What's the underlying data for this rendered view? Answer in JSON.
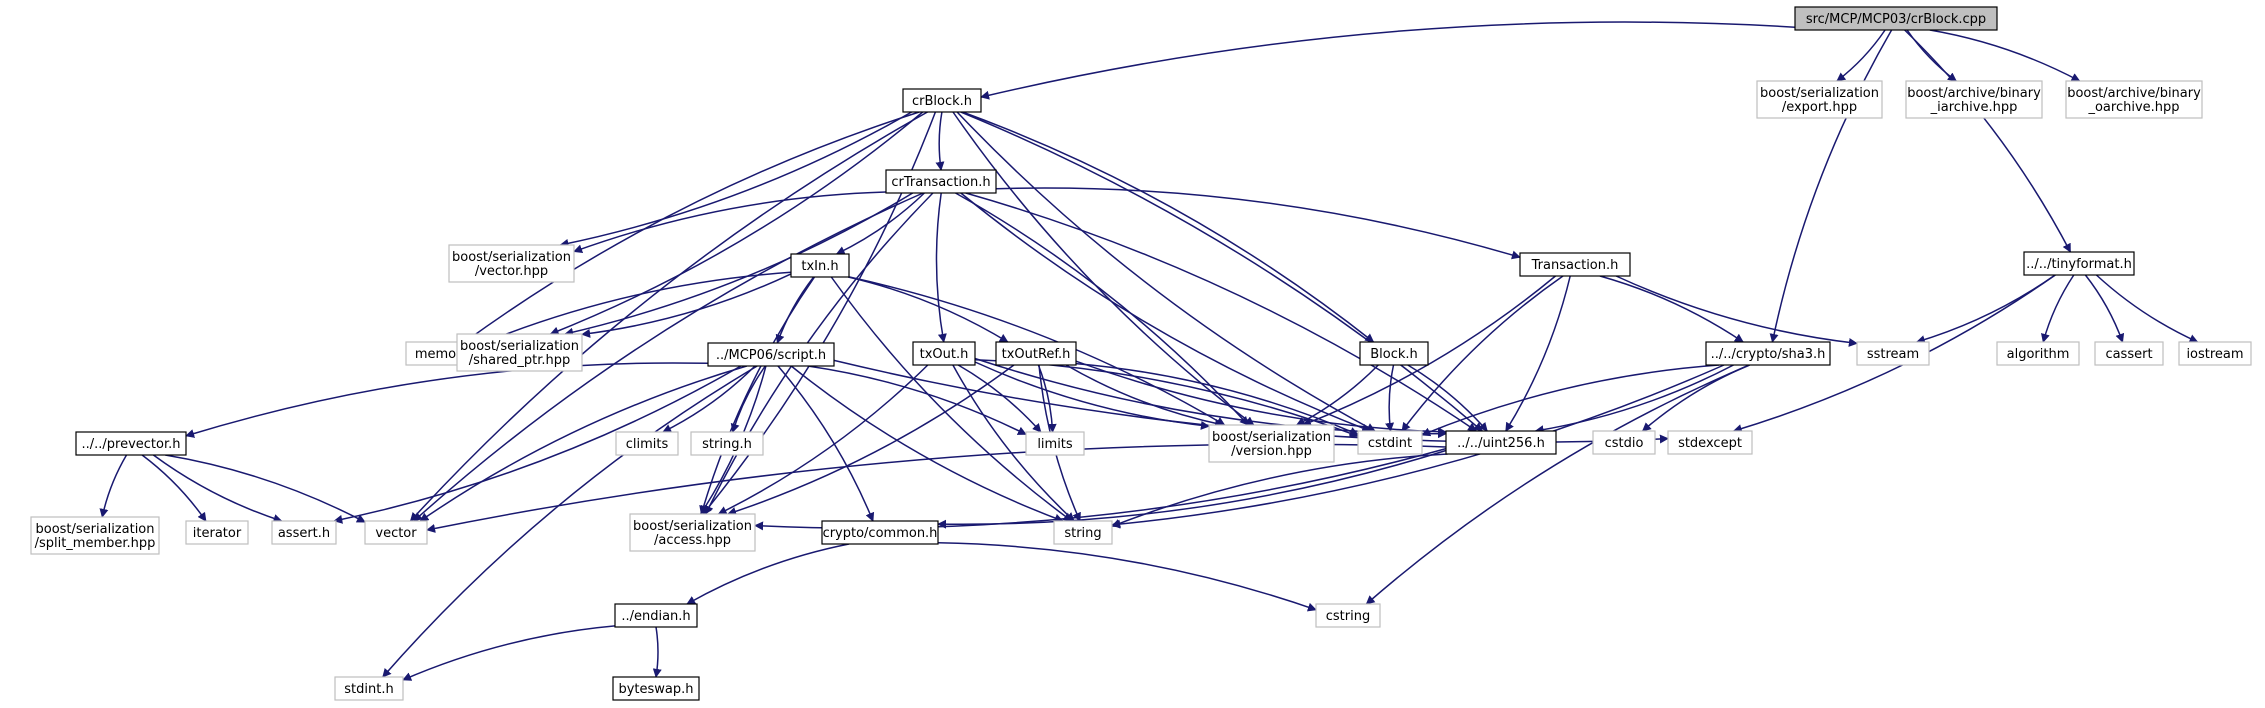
{
  "colors": {
    "edge": "#191970",
    "root_fill": "#bfbfbf",
    "root_border": "#000000",
    "local_border": "#000000",
    "system_border": "#bfbfbf",
    "node_fill": "#ffffff",
    "text": "#000000"
  },
  "nodes": [
    {
      "id": "root",
      "kind": "root",
      "lines": [
        "src/MCP/MCP03/crBlock.cpp"
      ]
    },
    {
      "id": "crblock_h",
      "kind": "local",
      "lines": [
        "crBlock.h"
      ]
    },
    {
      "id": "bs_export",
      "kind": "system",
      "lines": [
        "boost/serialization",
        "/export.hpp"
      ]
    },
    {
      "id": "ba_iarchive",
      "kind": "system",
      "lines": [
        "boost/archive/binary",
        "_iarchive.hpp"
      ]
    },
    {
      "id": "ba_oarchive",
      "kind": "system",
      "lines": [
        "boost/archive/binary",
        "_oarchive.hpp"
      ]
    },
    {
      "id": "tinyformat",
      "kind": "local",
      "lines": [
        "../../tinyformat.h"
      ]
    },
    {
      "id": "crtransaction",
      "kind": "local",
      "lines": [
        "crTransaction.h"
      ]
    },
    {
      "id": "bs_vector",
      "kind": "system",
      "lines": [
        "boost/serialization",
        "/vector.hpp"
      ]
    },
    {
      "id": "txin",
      "kind": "local",
      "lines": [
        "txIn.h"
      ]
    },
    {
      "id": "transaction",
      "kind": "local",
      "lines": [
        "Transaction.h"
      ]
    },
    {
      "id": "memory",
      "kind": "system",
      "lines": [
        "memory"
      ]
    },
    {
      "id": "bs_sharedptr",
      "kind": "system",
      "lines": [
        "boost/serialization",
        "/shared_ptr.hpp"
      ]
    },
    {
      "id": "script",
      "kind": "local",
      "lines": [
        "../MCP06/script.h"
      ]
    },
    {
      "id": "txout",
      "kind": "local",
      "lines": [
        "txOut.h"
      ]
    },
    {
      "id": "txoutref",
      "kind": "local",
      "lines": [
        "txOutRef.h"
      ]
    },
    {
      "id": "block",
      "kind": "local",
      "lines": [
        "Block.h"
      ]
    },
    {
      "id": "sha3",
      "kind": "local",
      "lines": [
        "../../crypto/sha3.h"
      ]
    },
    {
      "id": "sstream",
      "kind": "system",
      "lines": [
        "sstream"
      ]
    },
    {
      "id": "algorithm",
      "kind": "system",
      "lines": [
        "algorithm"
      ]
    },
    {
      "id": "cassert",
      "kind": "system",
      "lines": [
        "cassert"
      ]
    },
    {
      "id": "iostream",
      "kind": "system",
      "lines": [
        "iostream"
      ]
    },
    {
      "id": "prevector",
      "kind": "local",
      "lines": [
        "../../prevector.h"
      ]
    },
    {
      "id": "climits",
      "kind": "system",
      "lines": [
        "climits"
      ]
    },
    {
      "id": "string_h",
      "kind": "system",
      "lines": [
        "string.h"
      ]
    },
    {
      "id": "limits",
      "kind": "system",
      "lines": [
        "limits"
      ]
    },
    {
      "id": "bs_version",
      "kind": "system",
      "lines": [
        "boost/serialization",
        "/version.hpp"
      ]
    },
    {
      "id": "cstdint",
      "kind": "system",
      "lines": [
        "cstdint"
      ]
    },
    {
      "id": "uint256",
      "kind": "local",
      "lines": [
        "../../uint256.h"
      ]
    },
    {
      "id": "cstdio",
      "kind": "system",
      "lines": [
        "cstdio"
      ]
    },
    {
      "id": "stdexcept",
      "kind": "system",
      "lines": [
        "stdexcept"
      ]
    },
    {
      "id": "bs_split",
      "kind": "system",
      "lines": [
        "boost/serialization",
        "/split_member.hpp"
      ]
    },
    {
      "id": "iterator",
      "kind": "system",
      "lines": [
        "iterator"
      ]
    },
    {
      "id": "assert_h",
      "kind": "system",
      "lines": [
        "assert.h"
      ]
    },
    {
      "id": "vector",
      "kind": "system",
      "lines": [
        "vector"
      ]
    },
    {
      "id": "bs_access",
      "kind": "system",
      "lines": [
        "boost/serialization",
        "/access.hpp"
      ]
    },
    {
      "id": "string",
      "kind": "system",
      "lines": [
        "string"
      ]
    },
    {
      "id": "crypto_common",
      "kind": "local",
      "lines": [
        "crypto/common.h"
      ]
    },
    {
      "id": "endian",
      "kind": "local",
      "lines": [
        "../endian.h"
      ]
    },
    {
      "id": "cstring",
      "kind": "system",
      "lines": [
        "cstring"
      ]
    },
    {
      "id": "stdint_h",
      "kind": "system",
      "lines": [
        "stdint.h"
      ]
    },
    {
      "id": "byteswap",
      "kind": "local",
      "lines": [
        "byteswap.h"
      ]
    }
  ],
  "edges": [
    [
      "root",
      "crblock_h"
    ],
    [
      "root",
      "bs_export"
    ],
    [
      "root",
      "ba_iarchive"
    ],
    [
      "root",
      "ba_oarchive"
    ],
    [
      "root",
      "sha3"
    ],
    [
      "root",
      "tinyformat"
    ],
    [
      "crblock_h",
      "crtransaction"
    ],
    [
      "crblock_h",
      "bs_vector"
    ],
    [
      "crblock_h",
      "memory"
    ],
    [
      "crblock_h",
      "bs_sharedptr"
    ],
    [
      "crblock_h",
      "vector"
    ],
    [
      "crblock_h",
      "bs_access"
    ],
    [
      "crblock_h",
      "bs_version"
    ],
    [
      "crblock_h",
      "block"
    ],
    [
      "crblock_h",
      "cstdint"
    ],
    [
      "crblock_h",
      "uint256"
    ],
    [
      "crtransaction",
      "bs_vector"
    ],
    [
      "crtransaction",
      "txin"
    ],
    [
      "crtransaction",
      "txout"
    ],
    [
      "crtransaction",
      "transaction"
    ],
    [
      "crtransaction",
      "vector"
    ],
    [
      "crtransaction",
      "bs_sharedptr"
    ],
    [
      "crtransaction",
      "bs_access"
    ],
    [
      "crtransaction",
      "bs_version"
    ],
    [
      "crtransaction",
      "cstdint"
    ],
    [
      "crtransaction",
      "uint256"
    ],
    [
      "txin",
      "memory"
    ],
    [
      "txin",
      "bs_sharedptr"
    ],
    [
      "txin",
      "script"
    ],
    [
      "txin",
      "txoutref"
    ],
    [
      "txin",
      "bs_access"
    ],
    [
      "txin",
      "bs_version"
    ],
    [
      "txin",
      "string"
    ],
    [
      "transaction",
      "sha3"
    ],
    [
      "transaction",
      "sstream"
    ],
    [
      "transaction",
      "bs_version"
    ],
    [
      "transaction",
      "cstdint"
    ],
    [
      "transaction",
      "uint256"
    ],
    [
      "script",
      "prevector"
    ],
    [
      "script",
      "climits"
    ],
    [
      "script",
      "string_h"
    ],
    [
      "script",
      "limits"
    ],
    [
      "script",
      "stdexcept"
    ],
    [
      "script",
      "assert_h"
    ],
    [
      "script",
      "vector"
    ],
    [
      "script",
      "bs_access"
    ],
    [
      "script",
      "string"
    ],
    [
      "script",
      "crypto_common"
    ],
    [
      "script",
      "stdint_h"
    ],
    [
      "txout",
      "limits"
    ],
    [
      "txout",
      "string"
    ],
    [
      "txout",
      "bs_access"
    ],
    [
      "txout",
      "bs_version"
    ],
    [
      "txout",
      "cstdint"
    ],
    [
      "txout",
      "uint256"
    ],
    [
      "txoutref",
      "limits"
    ],
    [
      "txoutref",
      "string"
    ],
    [
      "txoutref",
      "bs_access"
    ],
    [
      "txoutref",
      "bs_version"
    ],
    [
      "txoutref",
      "cstdint"
    ],
    [
      "txoutref",
      "uint256"
    ],
    [
      "block",
      "bs_version"
    ],
    [
      "block",
      "cstdint"
    ],
    [
      "block",
      "uint256"
    ],
    [
      "sha3",
      "cstdint"
    ],
    [
      "sha3",
      "uint256"
    ],
    [
      "sha3",
      "cstdio"
    ],
    [
      "sha3",
      "string"
    ],
    [
      "sha3",
      "cstring"
    ],
    [
      "tinyformat",
      "sstream"
    ],
    [
      "tinyformat",
      "algorithm"
    ],
    [
      "tinyformat",
      "cassert"
    ],
    [
      "tinyformat",
      "iostream"
    ],
    [
      "tinyformat",
      "stdexcept"
    ],
    [
      "prevector",
      "bs_split"
    ],
    [
      "prevector",
      "iterator"
    ],
    [
      "prevector",
      "assert_h"
    ],
    [
      "prevector",
      "vector"
    ],
    [
      "uint256",
      "vector"
    ],
    [
      "uint256",
      "bs_access"
    ],
    [
      "uint256",
      "string"
    ],
    [
      "uint256",
      "crypto_common"
    ],
    [
      "crypto_common",
      "endian"
    ],
    [
      "crypto_common",
      "cstring"
    ],
    [
      "endian",
      "stdint_h"
    ],
    [
      "endian",
      "byteswap"
    ]
  ]
}
